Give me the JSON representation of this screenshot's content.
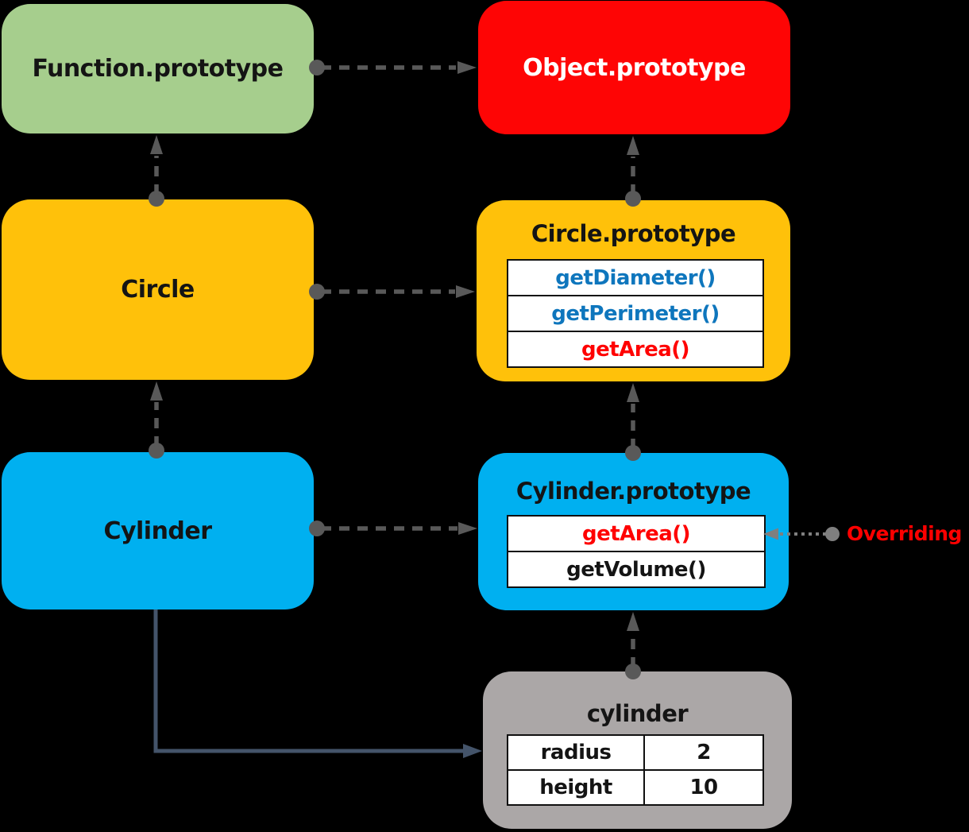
{
  "palette": {
    "background": "#000000",
    "green_box": "#A6CE8D",
    "red_box": "#FE0505",
    "yellow_box": "#FFC10A",
    "blue_box": "#00B0F0",
    "gray_box": "#ABA7A7",
    "dashed_arrow": "#595959",
    "dotted_arrow": "#7F7F7F",
    "solid_arrow": "#44546A",
    "method_blue": "#0E76BD",
    "method_red": "#FF0000",
    "method_black": "#141414",
    "text_dark": "#141414",
    "text_white": "#FFFFFF"
  },
  "nodes": {
    "function_prototype": {
      "label": "Function.prototype"
    },
    "object_prototype": {
      "label": "Object.prototype"
    },
    "circle": {
      "label": "Circle"
    },
    "circle_prototype": {
      "title": "Circle.prototype",
      "methods": [
        {
          "label": "getDiameter()",
          "color": "#0E76BD"
        },
        {
          "label": "getPerimeter()",
          "color": "#0E76BD"
        },
        {
          "label": "getArea()",
          "color": "#FF0000"
        }
      ]
    },
    "cylinder": {
      "label": "Cylinder"
    },
    "cylinder_prototype": {
      "title": "Cylinder.prototype",
      "methods": [
        {
          "label": "getArea()",
          "color": "#FF0000"
        },
        {
          "label": "getVolume()",
          "color": "#141414"
        }
      ]
    },
    "cylinder_instance": {
      "title": "cylinder",
      "properties": [
        {
          "name": "radius",
          "value": "2"
        },
        {
          "name": "height",
          "value": "10"
        }
      ]
    }
  },
  "annotations": {
    "overriding_label": "Overriding"
  }
}
